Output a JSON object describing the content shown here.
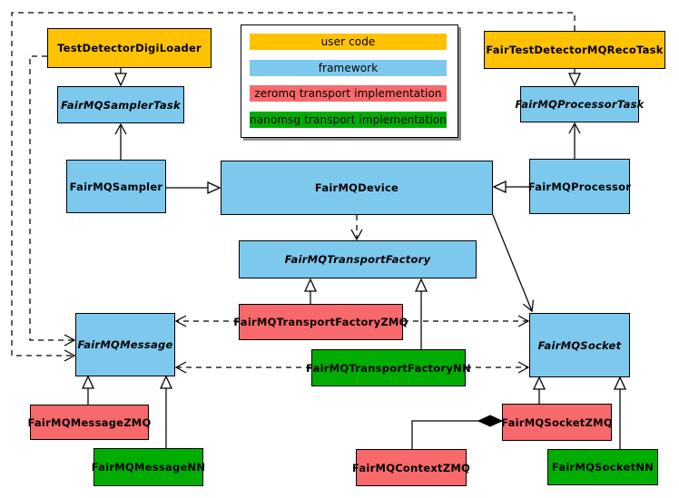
{
  "colors": {
    "user-code": "#FFC200",
    "framework": "#7DC9ED",
    "zeromq": "#F8696B",
    "nanomsg": "#00AD00"
  },
  "legend": {
    "items": [
      {
        "label": "user code",
        "category": "user-code"
      },
      {
        "label": "framework",
        "category": "framework"
      },
      {
        "label": "zeromq transport implementation",
        "category": "zeromq"
      },
      {
        "label": "nanomsg transport implementation",
        "category": "nanomsg"
      }
    ]
  },
  "nodes": {
    "testDetectorDigiLoader": {
      "label": "TestDetectorDigiLoader",
      "category": "user-code",
      "abstract": false
    },
    "fairTestDetectorMQRecoTask": {
      "label": "FairTestDetectorMQRecoTask",
      "category": "user-code",
      "abstract": false
    },
    "fairMQSamplerTask": {
      "label": "FairMQSamplerTask",
      "category": "framework",
      "abstract": true
    },
    "fairMQProcessorTask": {
      "label": "FairMQProcessorTask",
      "category": "framework",
      "abstract": true
    },
    "fairMQSampler": {
      "label": "FairMQSampler",
      "category": "framework",
      "abstract": false
    },
    "fairMQDevice": {
      "label": "FairMQDevice",
      "category": "framework",
      "abstract": false
    },
    "fairMQProcessor": {
      "label": "FairMQProcessor",
      "category": "framework",
      "abstract": false
    },
    "fairMQTransportFactory": {
      "label": "FairMQTransportFactory",
      "category": "framework",
      "abstract": true
    },
    "fairMQTransportFactoryZMQ": {
      "label": "FairMQTransportFactoryZMQ",
      "category": "zeromq",
      "abstract": false
    },
    "fairMQTransportFactoryNN": {
      "label": "FairMQTransportFactoryNN",
      "category": "nanomsg",
      "abstract": false
    },
    "fairMQMessage": {
      "label": "FairMQMessage",
      "category": "framework",
      "abstract": true
    },
    "fairMQSocket": {
      "label": "FairMQSocket",
      "category": "framework",
      "abstract": true
    },
    "fairMQMessageZMQ": {
      "label": "FairMQMessageZMQ",
      "category": "zeromq",
      "abstract": false
    },
    "fairMQMessageNN": {
      "label": "FairMQMessageNN",
      "category": "nanomsg",
      "abstract": false
    },
    "fairMQContextZMQ": {
      "label": "FairMQContextZMQ",
      "category": "zeromq",
      "abstract": false
    },
    "fairMQSocketZMQ": {
      "label": "FairMQSocketZMQ",
      "category": "zeromq",
      "abstract": false
    },
    "fairMQSocketNN": {
      "label": "FairMQSocketNN",
      "category": "nanomsg",
      "abstract": false
    }
  },
  "edges": [
    {
      "from": "TestDetectorDigiLoader",
      "to": "FairMQSamplerTask",
      "type": "generalization"
    },
    {
      "from": "FairTestDetectorMQRecoTask",
      "to": "FairMQProcessorTask",
      "type": "generalization"
    },
    {
      "from": "FairMQSampler",
      "to": "FairMQDevice",
      "type": "generalization"
    },
    {
      "from": "FairMQProcessor",
      "to": "FairMQDevice",
      "type": "generalization"
    },
    {
      "from": "FairMQSampler",
      "to": "FairMQSamplerTask",
      "type": "association"
    },
    {
      "from": "FairMQProcessor",
      "to": "FairMQProcessorTask",
      "type": "association"
    },
    {
      "from": "FairMQDevice",
      "to": "FairMQTransportFactory",
      "type": "dependency"
    },
    {
      "from": "FairMQDevice",
      "to": "FairMQSocket",
      "type": "association"
    },
    {
      "from": "TestDetectorDigiLoader",
      "to": "FairMQMessage",
      "type": "dependency"
    },
    {
      "from": "FairTestDetectorMQRecoTask",
      "to": "FairMQMessage",
      "type": "dependency"
    },
    {
      "from": "FairMQTransportFactoryZMQ",
      "to": "FairMQTransportFactory",
      "type": "generalization"
    },
    {
      "from": "FairMQTransportFactoryNN",
      "to": "FairMQTransportFactory",
      "type": "generalization"
    },
    {
      "from": "FairMQTransportFactoryZMQ",
      "to": "FairMQMessage",
      "type": "dependency"
    },
    {
      "from": "FairMQTransportFactoryZMQ",
      "to": "FairMQSocket",
      "type": "dependency"
    },
    {
      "from": "FairMQTransportFactoryNN",
      "to": "FairMQMessage",
      "type": "dependency"
    },
    {
      "from": "FairMQTransportFactoryNN",
      "to": "FairMQSocket",
      "type": "dependency"
    },
    {
      "from": "FairMQMessageZMQ",
      "to": "FairMQMessage",
      "type": "generalization"
    },
    {
      "from": "FairMQMessageNN",
      "to": "FairMQMessage",
      "type": "generalization"
    },
    {
      "from": "FairMQSocketZMQ",
      "to": "FairMQSocket",
      "type": "generalization"
    },
    {
      "from": "FairMQSocketNN",
      "to": "FairMQSocket",
      "type": "generalization"
    },
    {
      "from": "FairMQContextZMQ",
      "to": "FairMQSocketZMQ",
      "type": "composition"
    }
  ]
}
